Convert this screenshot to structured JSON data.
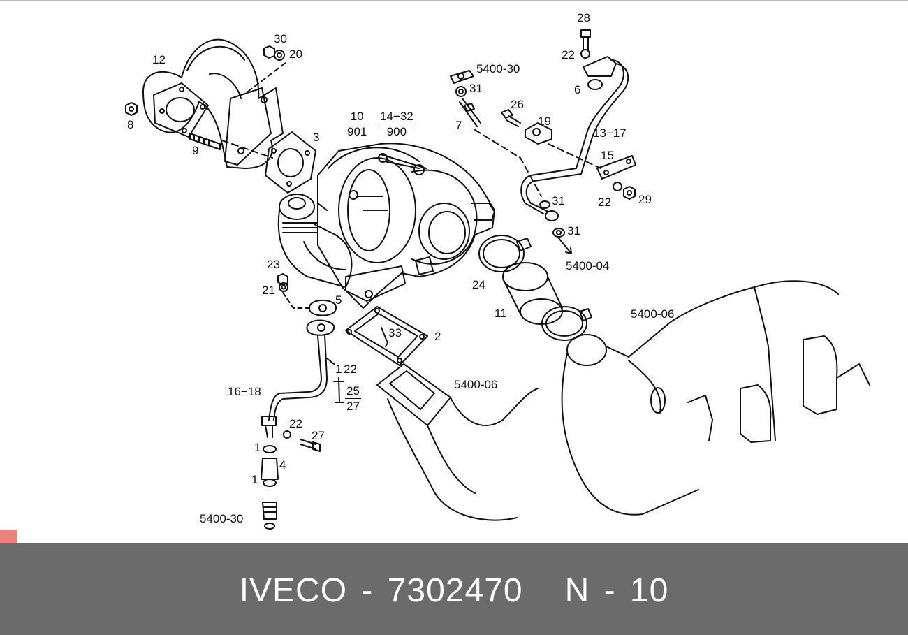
{
  "diagram": {
    "callouts": [
      {
        "id": "c12",
        "text": "12"
      },
      {
        "id": "c30",
        "text": "30"
      },
      {
        "id": "c20",
        "text": "20"
      },
      {
        "id": "c8",
        "text": "8"
      },
      {
        "id": "c9",
        "text": "9"
      },
      {
        "id": "c3",
        "text": "3"
      },
      {
        "id": "c5400_30_top",
        "text": "5400-30"
      },
      {
        "id": "c31_a",
        "text": "31"
      },
      {
        "id": "c7",
        "text": "7"
      },
      {
        "id": "c26",
        "text": "26"
      },
      {
        "id": "c19",
        "text": "19"
      },
      {
        "id": "c28",
        "text": "28"
      },
      {
        "id": "c22_a",
        "text": "22"
      },
      {
        "id": "c6",
        "text": "6"
      },
      {
        "id": "c13_17",
        "text": "13−17"
      },
      {
        "id": "c15",
        "text": "15"
      },
      {
        "id": "c22_b",
        "text": "22"
      },
      {
        "id": "c29",
        "text": "29"
      },
      {
        "id": "c31_b",
        "text": "31"
      },
      {
        "id": "c31_c",
        "text": "31"
      },
      {
        "id": "c5400_04",
        "text": "5400-04"
      },
      {
        "id": "c24",
        "text": "24"
      },
      {
        "id": "c11",
        "text": "11"
      },
      {
        "id": "c5400_06_right",
        "text": "5400-06"
      },
      {
        "id": "c23",
        "text": "23"
      },
      {
        "id": "c21",
        "text": "21"
      },
      {
        "id": "c5",
        "text": "5"
      },
      {
        "id": "c33",
        "text": "33"
      },
      {
        "id": "c2",
        "text": "2"
      },
      {
        "id": "c1_a",
        "text": "1"
      },
      {
        "id": "c22_c",
        "text": "22"
      },
      {
        "id": "c16_18",
        "text": "16−18"
      },
      {
        "id": "c5400_06_mid",
        "text": "5400-06"
      },
      {
        "id": "c22_d",
        "text": "22"
      },
      {
        "id": "c27",
        "text": "27"
      },
      {
        "id": "c1_b",
        "text": "1"
      },
      {
        "id": "c4",
        "text": "4"
      },
      {
        "id": "c1_c",
        "text": "1"
      },
      {
        "id": "c5400_30_bottom",
        "text": "5400-30"
      }
    ],
    "fractions": [
      {
        "id": "f10_901",
        "numerator": "10",
        "denominator": "901"
      },
      {
        "id": "f14_32_900",
        "numerator": "14−32",
        "denominator": "900"
      },
      {
        "id": "f25_27",
        "numerator": "25",
        "denominator": "27"
      }
    ]
  },
  "footer": {
    "part_label": "IVECO - 7302470",
    "page_label": "N - 10"
  },
  "colors": {
    "footer_background": "#6b6b6b",
    "footer_text": "#ffffff",
    "line_art": "#111111",
    "corner_marker": "#f08080"
  }
}
